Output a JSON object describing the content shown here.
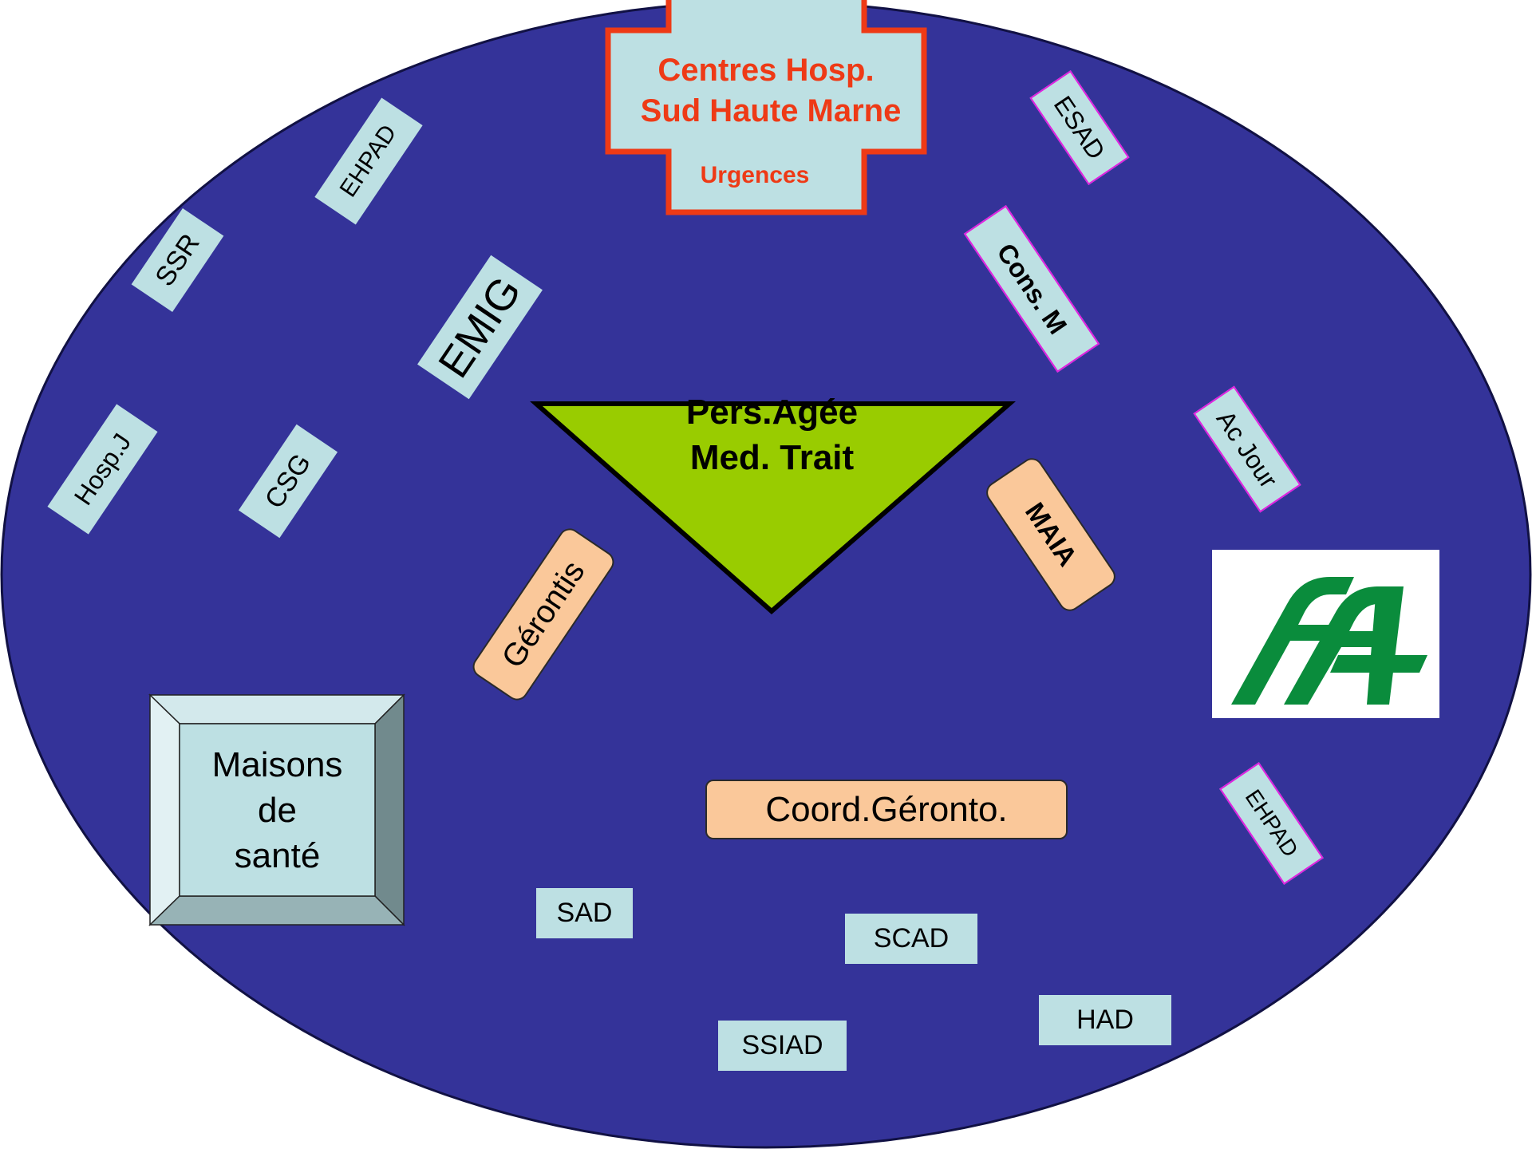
{
  "colors": {
    "ellipse": "#343399",
    "cyan_box": "#bde0e3",
    "peach_box": "#fac89a",
    "cross_text": "#ee3a16",
    "triangle": "#99cc00",
    "logo_green": "#0a8c3c",
    "magenta_border": "#e020e0"
  },
  "hospital": {
    "line1": "Centres Hosp.",
    "line2": "Sud Haute Marne",
    "urgences": "Urgences"
  },
  "center": {
    "line1": "Pers.Agée",
    "line2": "Med. Trait"
  },
  "nodes": {
    "ehpad_left": "EHPAD",
    "ssr": "SSR",
    "emig": "EMIG",
    "hosp_j": "Hosp.J",
    "csg": "CSG",
    "esad": "ESAD",
    "cons_m": "Cons. M",
    "ac_jour": "Ac Jour",
    "maia": "MAIA",
    "gerontis": "Gérontis",
    "maisons_sante": "Maisons\nde\nsanté",
    "coord_geronto": "Coord.Géronto.",
    "ehpad_right": "EHPAD",
    "sad": "SAD",
    "scad": "SCAD",
    "ssiad": "SSIAD",
    "had": "HAD"
  },
  "logo": {
    "icon": "fa-green-logo"
  }
}
